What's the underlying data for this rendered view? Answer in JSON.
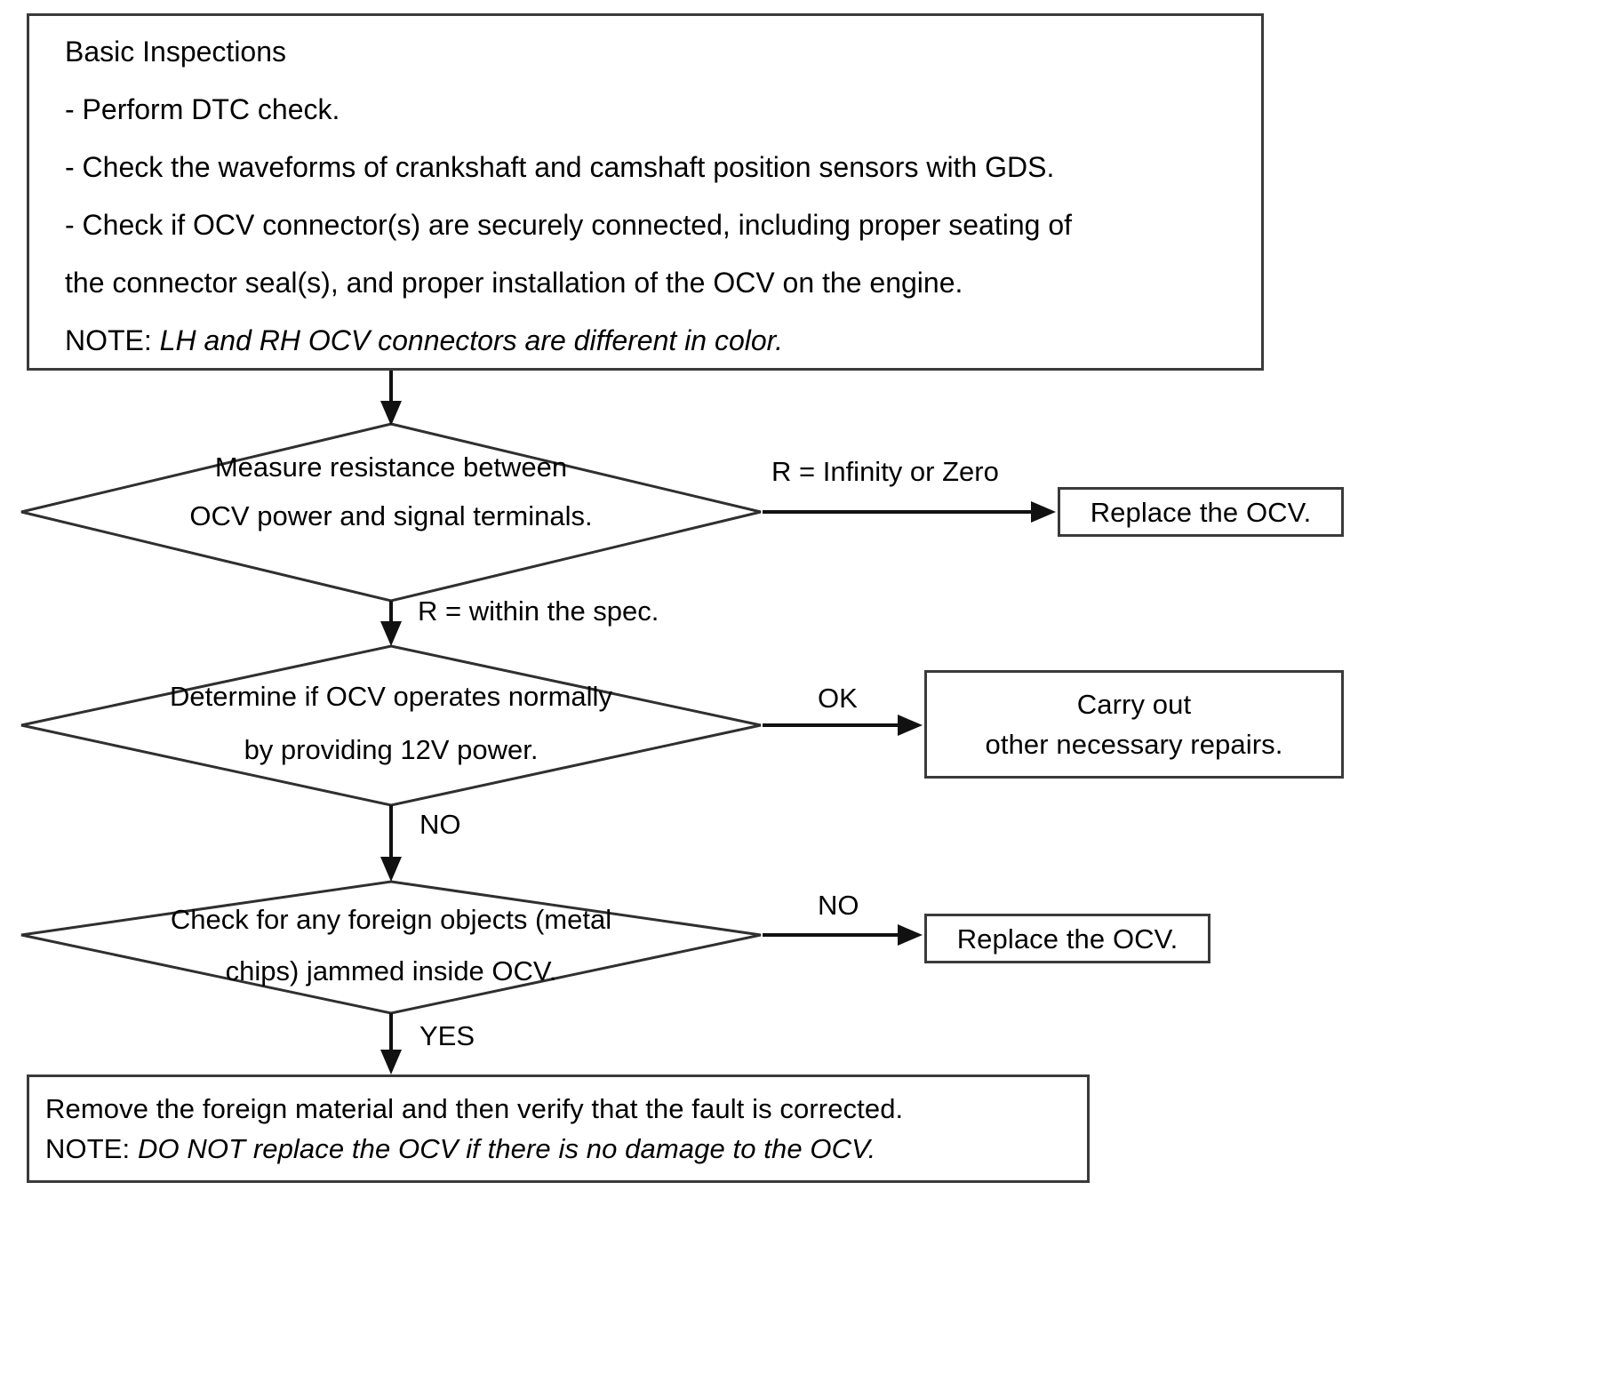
{
  "diagram": {
    "title": "OCV Basic Inspections Troubleshooting Flowchart",
    "colors": {
      "background": "#ffffff",
      "stroke": "#2f2f2f",
      "text": "#000000"
    }
  },
  "intro_box": {
    "heading": "Basic Inspections",
    "bullets": [
      "- Perform DTC check.",
      "- Check the waveforms of crankshaft and camshaft position sensors with GDS.",
      "- Check if OCV connector(s) are securely connected, including proper seating of",
      "the connector seal(s), and proper installation of the OCV on the engine."
    ],
    "note_label": "NOTE:",
    "note_text": "LH and RH OCV connectors are different in color."
  },
  "decisions": [
    {
      "id": "measure-resistance",
      "line1": "Measure resistance between",
      "line2": "OCV power and signal terminals."
    },
    {
      "id": "determine-operation",
      "line1": "Determine if OCV operates normally",
      "line2": "by providing 12V power."
    },
    {
      "id": "check-foreign-objects",
      "line1": "Check for any foreign objects (metal",
      "line2": "chips) jammed inside OCV."
    }
  ],
  "edge_labels": {
    "r_infinity_or_zero": "R = Infinity or Zero",
    "r_within_spec": "R = within the spec.",
    "ok": "OK",
    "no_from_operation": "NO",
    "no_from_foreign": "NO",
    "yes_from_foreign": "YES"
  },
  "result_boxes": {
    "replace_ocv_1": "Replace the OCV.",
    "carry_out_line1": "Carry out",
    "carry_out_line2": "other necessary repairs.",
    "replace_ocv_2": "Replace the OCV."
  },
  "final_box": {
    "line1": "Remove the foreign material and then verify that the fault is corrected.",
    "note_label": "NOTE:",
    "note_text": "DO NOT replace the OCV if there is no damage to the OCV."
  }
}
